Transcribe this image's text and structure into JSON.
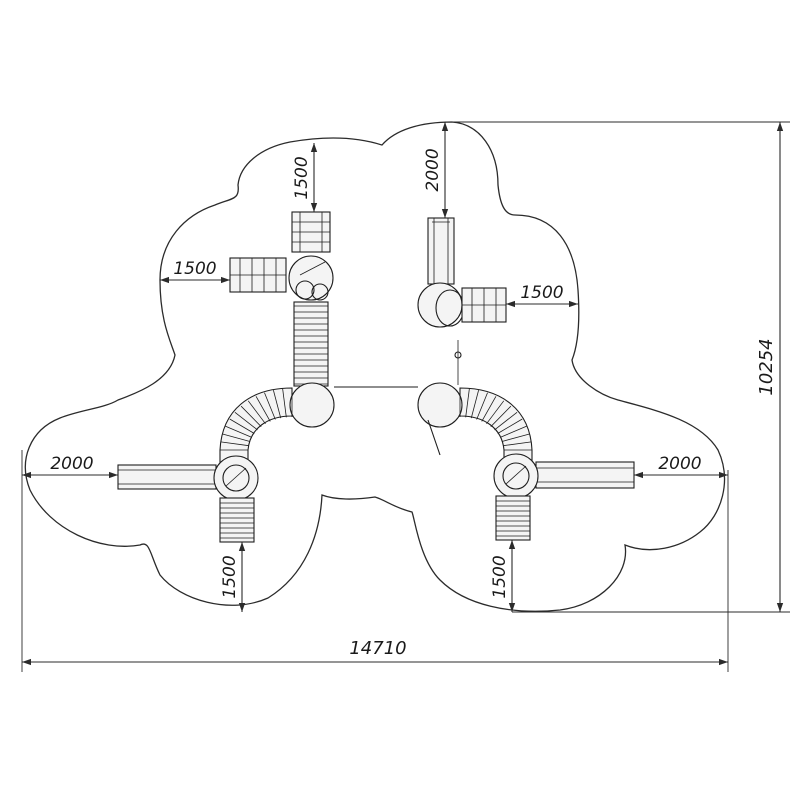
{
  "dimensions": {
    "top_left_vertical": "1500",
    "left_upper_horizontal": "1500",
    "top_right_vertical": "2000",
    "right_upper_horizontal": "1500",
    "left_lower_horizontal": "2000",
    "right_lower_horizontal": "2000",
    "bottom_left_vertical": "1500",
    "bottom_right_vertical": "1500",
    "overall_height": "10254",
    "overall_width": "14710"
  }
}
